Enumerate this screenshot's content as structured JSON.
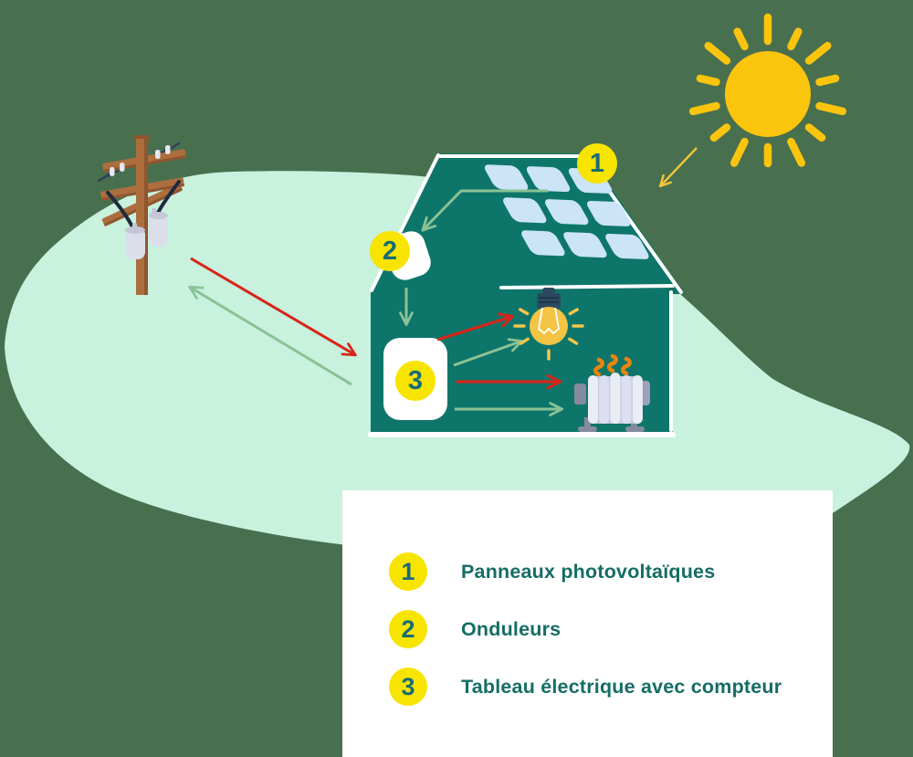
{
  "legend": {
    "items": [
      {
        "number": "1",
        "label": "Panneaux photovoltaïques"
      },
      {
        "number": "2",
        "label": "Onduleurs"
      },
      {
        "number": "3",
        "label": "Tableau électrique avec compteur"
      }
    ]
  },
  "diagram": {
    "markers": [
      {
        "number": "1"
      },
      {
        "number": "2"
      },
      {
        "number": "3"
      }
    ],
    "icons": [
      "sun-icon",
      "utility-pole-icon",
      "house-icon",
      "solar-panels-icon",
      "inverter-box-icon",
      "electrical-panel-box-icon",
      "light-bulb-icon",
      "radiator-icon",
      "grid-import-arrow",
      "grid-export-arrow",
      "sunlight-arrow"
    ]
  },
  "colors": {
    "background": "#48704F",
    "blob": "#C8F1DE",
    "house": "#0E756A",
    "panel": "#CBE4F7",
    "badge": "#F7E400",
    "badge_number": "#186B77",
    "text": "#156D65",
    "arrow_red": "#D7261A",
    "arrow_green": "#8AC295",
    "sun": "#FBC40D",
    "legend_bg": "#FFFFFF"
  }
}
